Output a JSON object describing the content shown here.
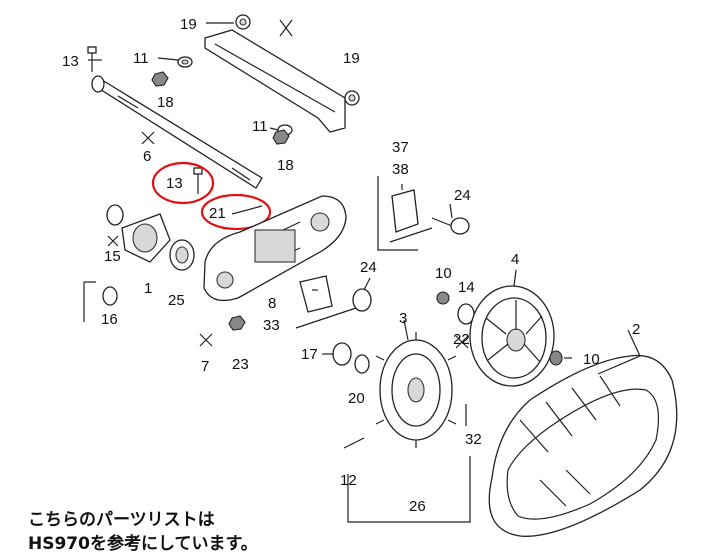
{
  "labels": {
    "l19a": "19",
    "l19b": "19",
    "l13a": "13",
    "l13b": "13",
    "l11a": "11",
    "l11b": "11",
    "l18a": "18",
    "l18b": "18",
    "l6": "6",
    "l21": "21",
    "l37": "37",
    "l38": "38",
    "l24a": "24",
    "l24b": "24",
    "l15": "15",
    "l1": "1",
    "l16": "16",
    "l25": "25",
    "l7": "7",
    "l23": "23",
    "l8": "8",
    "l33": "33",
    "l10a": "10",
    "l14": "14",
    "l4": "4",
    "l22": "22",
    "l10b": "10",
    "l3": "3",
    "l17": "17",
    "l20": "20",
    "l32": "32",
    "l2": "2",
    "l12": "12",
    "l26": "26"
  },
  "note": {
    "line1": "こちらのパーツリストは",
    "line2": "HS970を参考にしています。"
  },
  "colors": {
    "highlight": "#e01010"
  }
}
